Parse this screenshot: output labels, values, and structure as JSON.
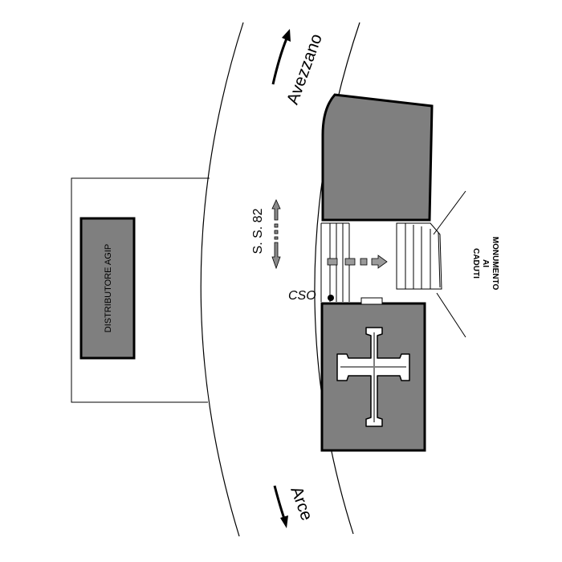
{
  "labels": {
    "distributor": "DISTRIBUTORE AGIP",
    "road": "S. S. 82",
    "north_direction": "Avezzano",
    "south_direction": "Arce",
    "point": "CSO",
    "monument_line1": "MONUMENTO",
    "monument_line2": "AI",
    "monument_line3": "CADUTI"
  },
  "colors": {
    "building_fill": "#7f7f7f",
    "outline": "#000000",
    "cross_fill": "#ffffff",
    "arrow_fill": "#9a9a9a"
  },
  "icons": {
    "church_symbol": "cross-pattee-icon",
    "direction_arrow": "arrow-icon"
  }
}
